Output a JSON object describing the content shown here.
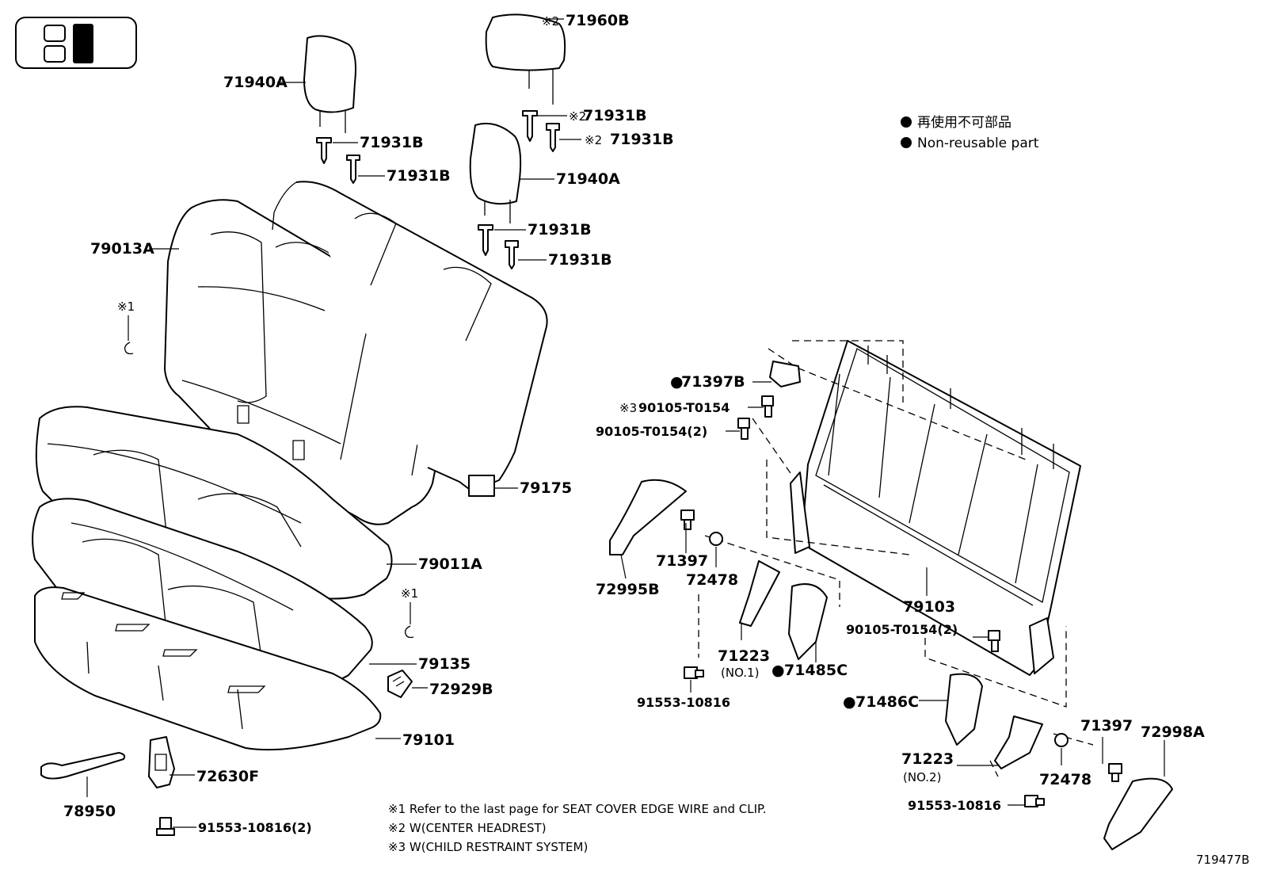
{
  "labels": {
    "p71960B": "71960B",
    "p71940A_1": "71940A",
    "p71931B_1": "71931B",
    "p71931B_2": "71931B",
    "p71931B_3": "71931B",
    "p71931B_4": "71931B",
    "p71940A_2": "71940A",
    "p71931B_5": "71931B",
    "p71931B_6": "71931B",
    "p79013A": "79013A",
    "p79175": "79175",
    "p79011A": "79011A",
    "p79135": "79135",
    "p72929B": "72929B",
    "p79101": "79101",
    "p72630F": "72630F",
    "p78950": "78950",
    "p91553_a": "91553-10816(2)",
    "p71397B": "71397B",
    "p90105_a": "90105-T0154",
    "p90105_b": "90105-T0154(2)",
    "p72995B": "72995B",
    "p71397_1": "71397",
    "p72478_1": "72478",
    "p71223_1": "71223",
    "p71223_1sub": "(NO.1)",
    "p71485C": "71485C",
    "p91553_b": "91553-10816",
    "p79103": "79103",
    "p90105_c": "90105-T0154(2)",
    "p71486C": "71486C",
    "p71223_2": "71223",
    "p71223_2sub": "(NO.2)",
    "p72478_2": "72478",
    "p71397_2": "71397",
    "p72998A": "72998A",
    "p91553_c": "91553-10816",
    "ref1a": "※1",
    "ref1b": "※1",
    "ref2a": "※2",
    "ref2b": "※2",
    "ref2c": "※2",
    "ref3a": "※3",
    "dot": "●"
  },
  "legend": {
    "jp": "再使用不可部品",
    "en": "Non-reusable part"
  },
  "notes": {
    "n1": "※1  Refer to the last page for SEAT COVER EDGE WIRE and CLIP.",
    "n2": "※2 W(CENTER HEADREST)",
    "n3": "※3 W(CHILD RESTRAINT SYSTEM)"
  },
  "diagram_id": "719477B"
}
